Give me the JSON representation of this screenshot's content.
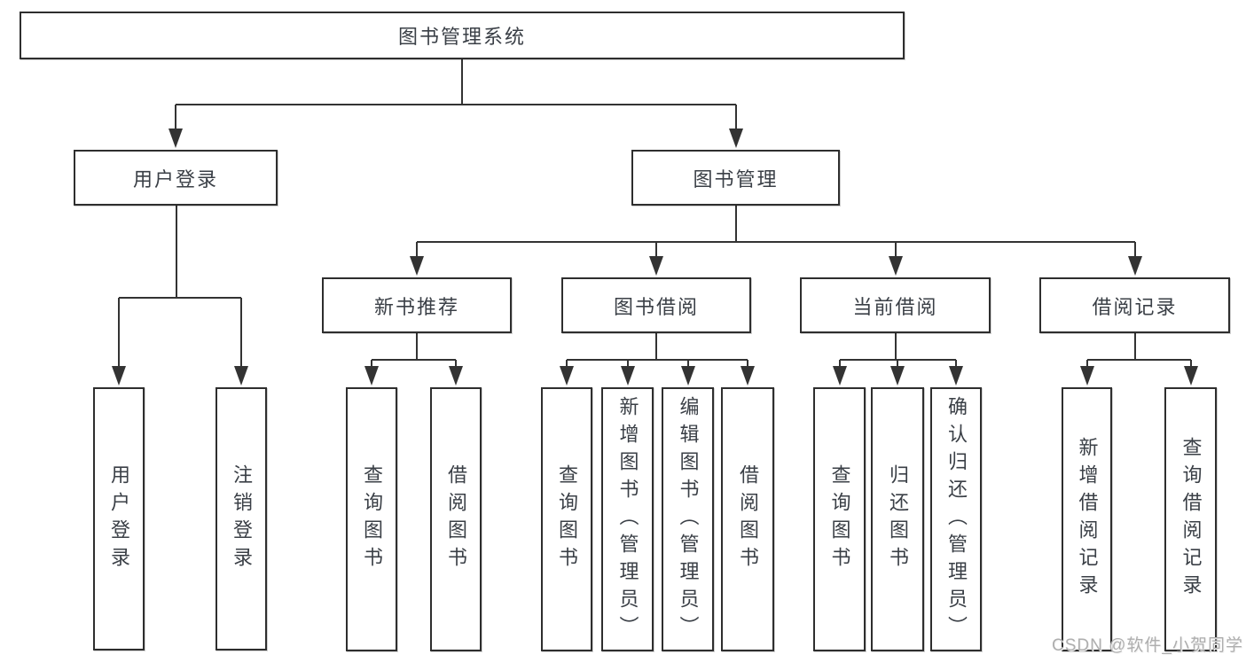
{
  "tree": {
    "root": {
      "label": "图书管理系统"
    },
    "branches": [
      {
        "label": "用户登录",
        "children": [
          {
            "label": "用户登录"
          },
          {
            "label": "注销登录"
          }
        ]
      },
      {
        "label": "图书管理",
        "children": [
          {
            "label": "新书推荐",
            "children": [
              {
                "label": "查询图书"
              },
              {
                "label": "借阅图书"
              }
            ]
          },
          {
            "label": "图书借阅",
            "children": [
              {
                "label": "查询图书"
              },
              {
                "label": "新增图书（管理员）"
              },
              {
                "label": "编辑图书（管理员）"
              },
              {
                "label": "借阅图书"
              }
            ]
          },
          {
            "label": "当前借阅",
            "children": [
              {
                "label": "查询图书"
              },
              {
                "label": "归还图书"
              },
              {
                "label": "确认归还（管理员）"
              }
            ]
          },
          {
            "label": "借阅记录",
            "children": [
              {
                "label": "新增借阅记录"
              },
              {
                "label": "查询借阅记录"
              }
            ]
          }
        ]
      }
    ]
  },
  "watermark": {
    "text": "CSDN @软件_小贺同学"
  },
  "colors": {
    "line": "#333333",
    "box_border": "#2e2e2e",
    "text": "#3a3f46",
    "watermark": "#aeaeae",
    "background": "#ffffff"
  }
}
